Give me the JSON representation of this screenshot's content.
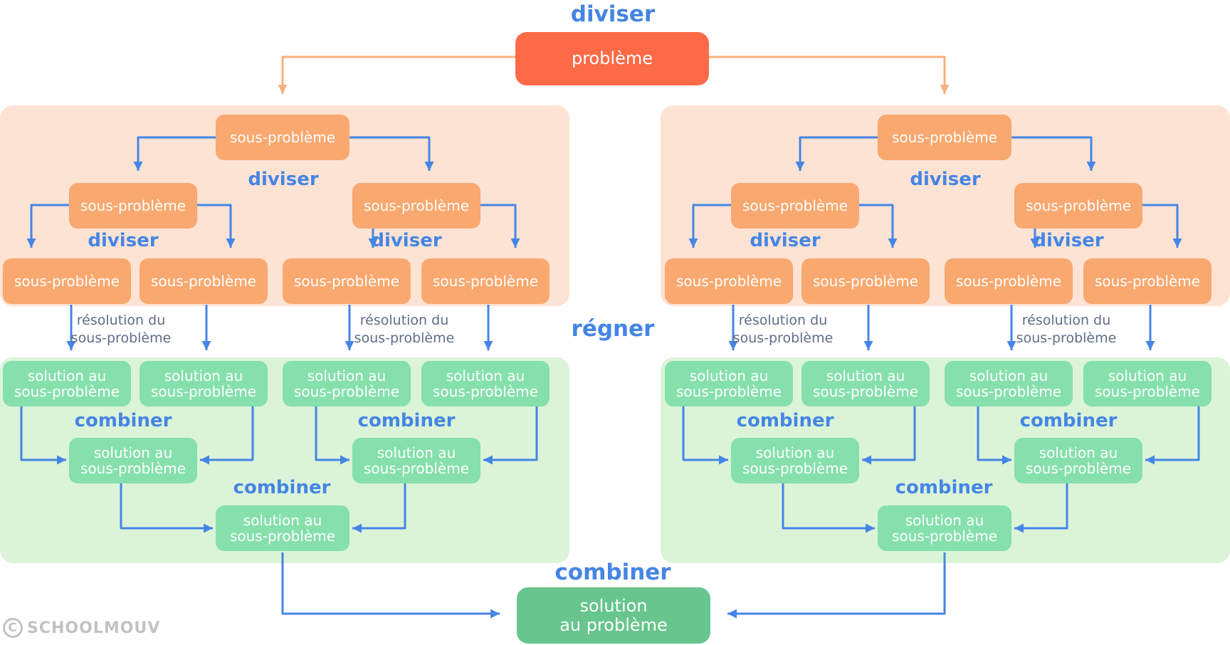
{
  "labels": {
    "divide": "diviser",
    "conquer": "régner",
    "combine": "combiner"
  },
  "nodes": {
    "problem": "problème",
    "subproblem": "sous-problème",
    "solution_line1": "solution au",
    "solution_line2": "sous-problème",
    "final_line1": "solution",
    "final_line2": "au problème"
  },
  "resolution": {
    "line1": "résolution du",
    "line2": "sous-problème"
  },
  "brand": {
    "copyright": "C",
    "name": "SCHOOLMOUV"
  },
  "colors": {
    "root": "#fd6a47",
    "subproblem": "#f9a86f",
    "solution": "#85e0ab",
    "final": "#67c58d",
    "divide_panel": "#fde3d4",
    "combine_panel": "#dbf4d8",
    "blue_arrow": "#4585e5",
    "orange_arrow": "#f7b07e",
    "label": "#4585e5"
  }
}
